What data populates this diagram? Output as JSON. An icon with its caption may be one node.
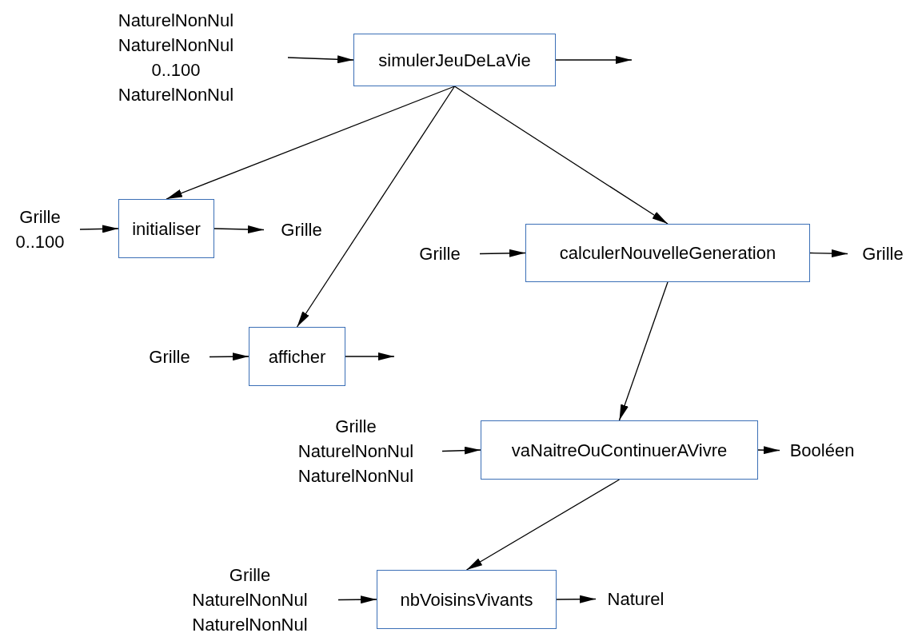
{
  "diagram": {
    "nodes": [
      {
        "text": [
          "simulerJeuDeLaVie"
        ]
      },
      {
        "text": [
          "NaturelNonNul NaturelNonNul 0..100 NaturelNonNul"
        ]
      },
      {
        "text": [
          "initialiser"
        ]
      },
      {
        "text": [
          "Grille 0..100"
        ]
      },
      {
        "text": [
          "Grille"
        ]
      },
      {
        "text": [
          "afficher"
        ]
      },
      {
        "text": [
          "Grille"
        ]
      },
      {
        "text": [
          "calculerNouvelleGeneration"
        ]
      },
      {
        "text": [
          "Grille"
        ]
      },
      {
        "text": [
          "Grille"
        ]
      },
      {
        "text": [
          "vaNaitreOuContinuerAVivre"
        ]
      },
      {
        "text": [
          "Grille NaturelNonNul NaturelNonNul"
        ]
      },
      {
        "text": [
          "Booléen"
        ]
      },
      {
        "text": [
          "nbVoisinsVivants"
        ]
      },
      {
        "text": [
          "Grille NaturelNonNul NaturelNonNul"
        ]
      },
      {
        "text": [
          "Naturel"
        ]
      }
    ],
    "edges": [
      {
        "from": 1,
        "to": 0,
        "arrow": "to"
      },
      {
        "from": 0,
        "to": null,
        "arrow": "to"
      },
      {
        "from": 0,
        "to": 2,
        "arrow": "to"
      },
      {
        "from": 0,
        "to": 5,
        "arrow": "to"
      },
      {
        "from": 0,
        "to": 7,
        "arrow": "to"
      },
      {
        "from": 3,
        "to": 2,
        "arrow": "to"
      },
      {
        "from": 2,
        "to": 4,
        "arrow": "to"
      },
      {
        "from": 6,
        "to": 5,
        "arrow": "to"
      },
      {
        "from": 5,
        "to": null,
        "arrow": "to"
      },
      {
        "from": 8,
        "to": 7,
        "arrow": "to"
      },
      {
        "from": 7,
        "to": 9,
        "arrow": "to"
      },
      {
        "from": 7,
        "to": 10,
        "arrow": "to"
      },
      {
        "from": 11,
        "to": 10,
        "arrow": "to"
      },
      {
        "from": 10,
        "to": 12,
        "arrow": "to"
      },
      {
        "from": 10,
        "to": 13,
        "arrow": "to"
      },
      {
        "from": 14,
        "to": 13,
        "arrow": "to"
      },
      {
        "from": 13,
        "to": 15,
        "arrow": "to"
      }
    ]
  }
}
